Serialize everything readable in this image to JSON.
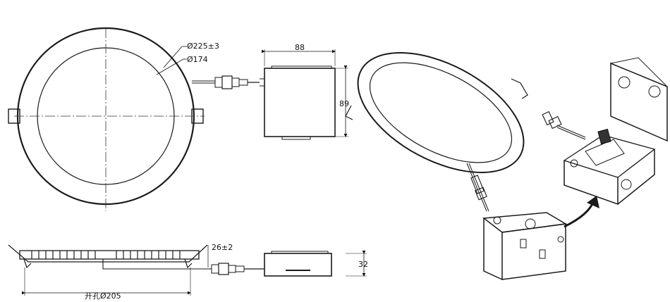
{
  "dimensions": {
    "outer_diameter": "Ø225±3",
    "inner_diameter": "Ø174",
    "box_width": "88",
    "box_height": "89",
    "clip_height": "26±2",
    "cutout_diameter": "开孔Ø205",
    "box_depth": "32"
  }
}
